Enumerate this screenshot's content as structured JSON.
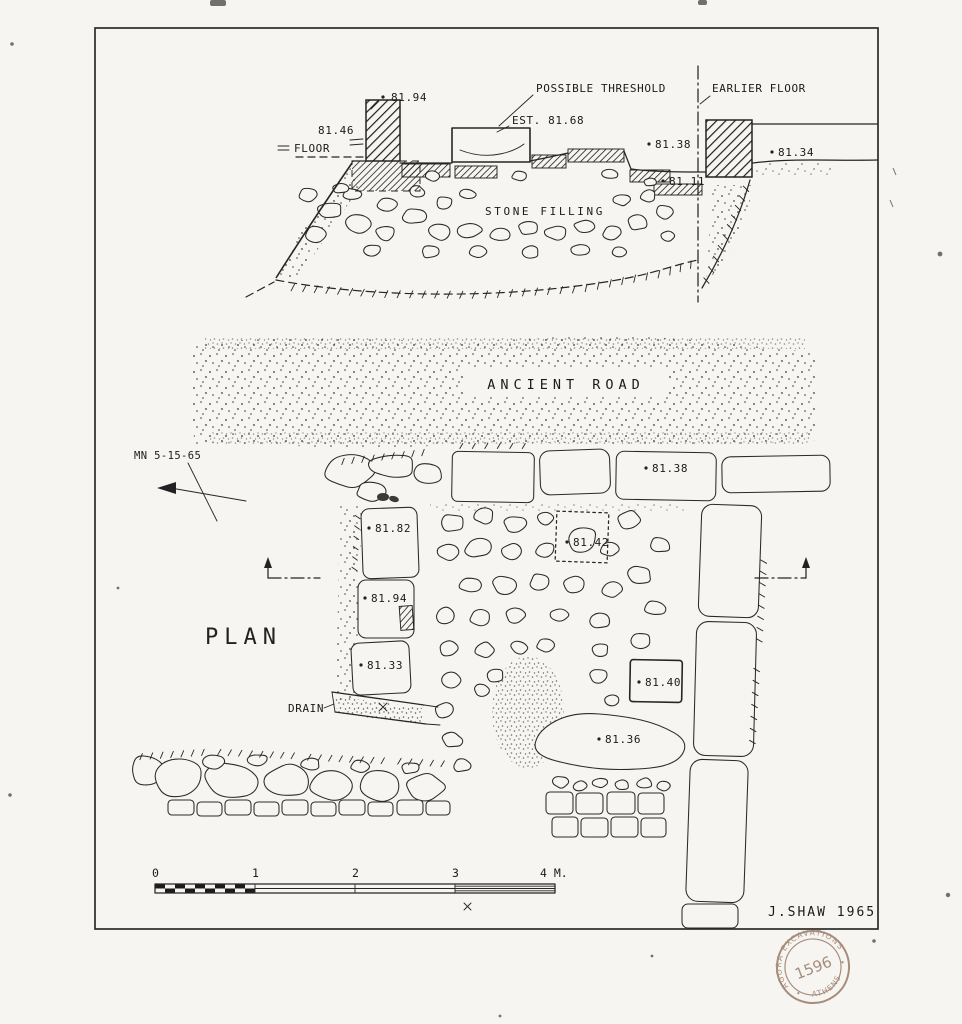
{
  "drawing": {
    "section": {
      "e81_94": "81.94",
      "e81_46": "81.46",
      "floor": "FLOOR",
      "possible_threshold": "POSSIBLE THRESHOLD",
      "est_81_68": "EST. 81.68",
      "earlier_floor": "EARLIER FLOOR",
      "e81_38": "81.38",
      "e81_11": "81.11",
      "e81_34": "81.34",
      "stone_filling": "STONE FILLING"
    },
    "road_label": "ANCIENT ROAD",
    "plan": {
      "title": "PLAN",
      "north_note": "MN 5-15-65",
      "e81_38": "81.38",
      "e81_82": "81.82",
      "e81_42": "81.42",
      "e81_94": "81.94",
      "e81_33": "81.33",
      "drain": "DRAIN",
      "e81_40": "81.40",
      "e81_36": "81.36"
    },
    "scale": {
      "t0": "0",
      "t1": "1",
      "t2": "2",
      "t3": "3",
      "t4": "4 M."
    },
    "credit": "J.SHAW 1965",
    "stamp": {
      "line1": "AGORA EXCAVATIONS",
      "line2": "ATHENS",
      "number": "1596",
      "color": "#8a6550"
    }
  }
}
